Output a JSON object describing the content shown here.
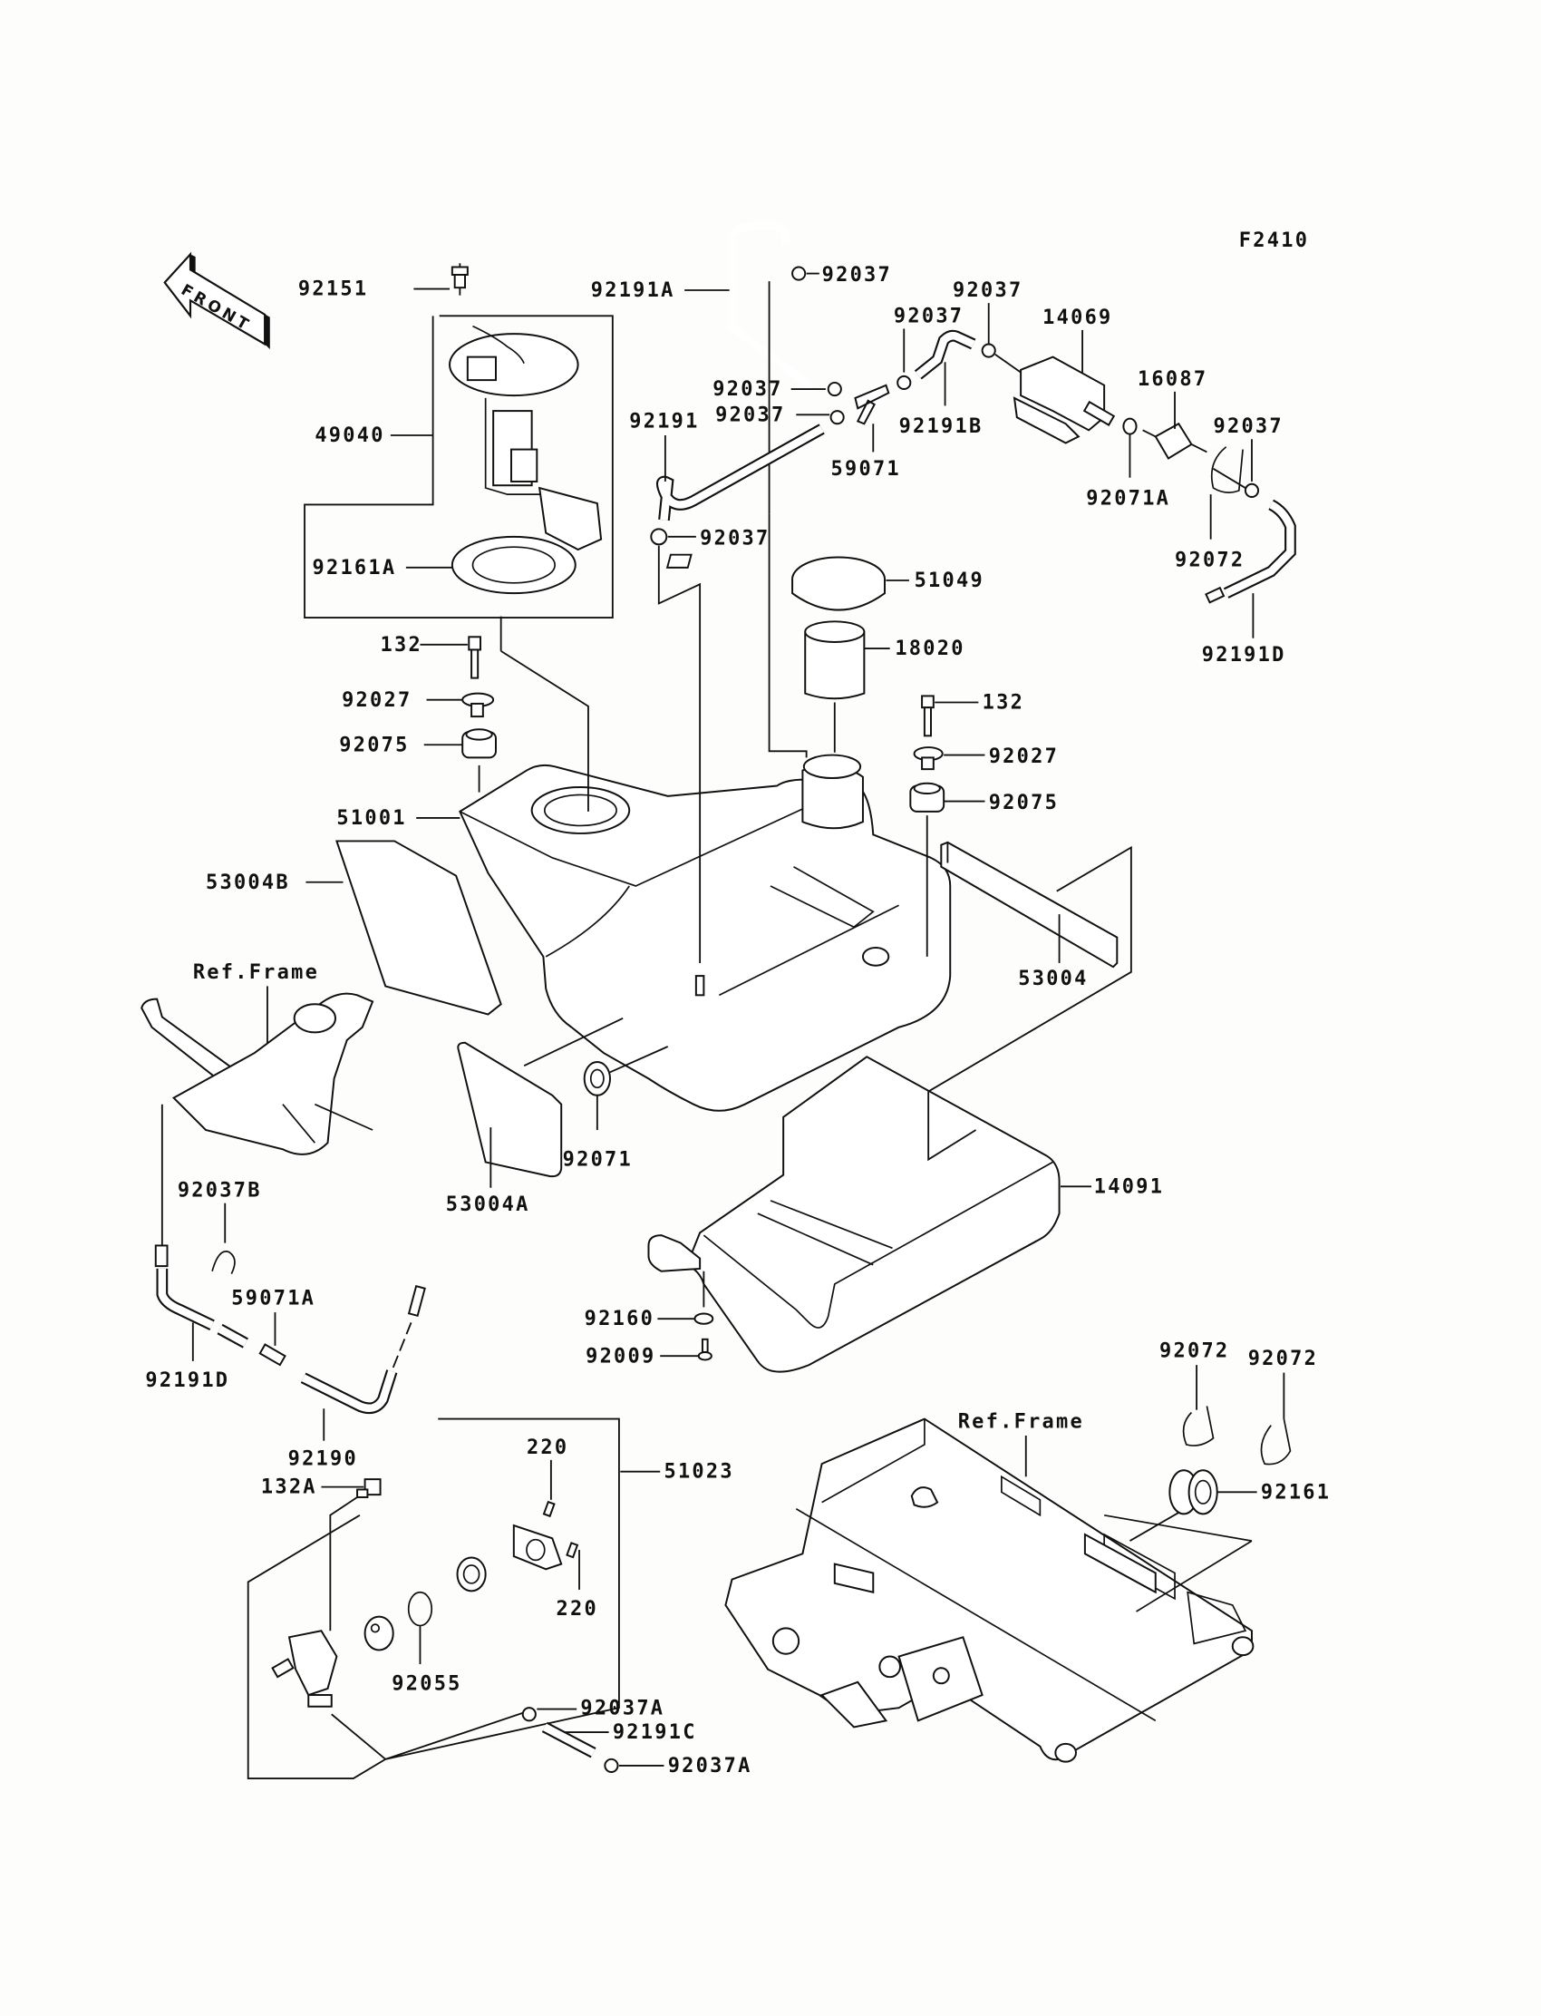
{
  "figure_code": "F2410",
  "front_arrow_label": "FRONT",
  "reference_labels": [
    "Ref.Frame",
    "Ref.Frame"
  ],
  "part_labels": {
    "p92151": "92151",
    "p49040": "49040",
    "p92161A": "92161A",
    "p132_left": "132",
    "p92027_left": "92027",
    "p92075_left": "92075",
    "p51001": "51001",
    "p53004B": "53004B",
    "p92191A": "92191A",
    "p92037_top": "92037",
    "p92037_mid1": "92037",
    "p92037_mid2": "92037",
    "p92037_a": "92037",
    "p92037_b": "92037",
    "p92037_c": "92037",
    "p92037_right": "92037",
    "p92191": "92191",
    "p59071": "59071",
    "p92191B": "92191B",
    "p14069": "14069",
    "p16087": "16087",
    "p92071A": "92071A",
    "p92072_top": "92072",
    "p92191D_top": "92191D",
    "p51049": "51049",
    "p18020": "18020",
    "p132_right": "132",
    "p92027_right": "92027",
    "p92075_right": "92075",
    "p53004": "53004",
    "p14091": "14091",
    "p92071": "92071",
    "p53004A": "53004A",
    "p92037B": "92037B",
    "p59071A": "59071A",
    "p92191D_bottom": "92191D",
    "p92190": "92190",
    "p92160": "92160",
    "p92009": "92009",
    "p132A": "132A",
    "p51023": "51023",
    "p220_top": "220",
    "p220_bottom": "220",
    "p92055": "92055",
    "p92037A_top": "92037A",
    "p92191C": "92191C",
    "p92037A_bottom": "92037A",
    "p92072_a": "92072",
    "p92072_b": "92072",
    "p92161": "92161"
  }
}
